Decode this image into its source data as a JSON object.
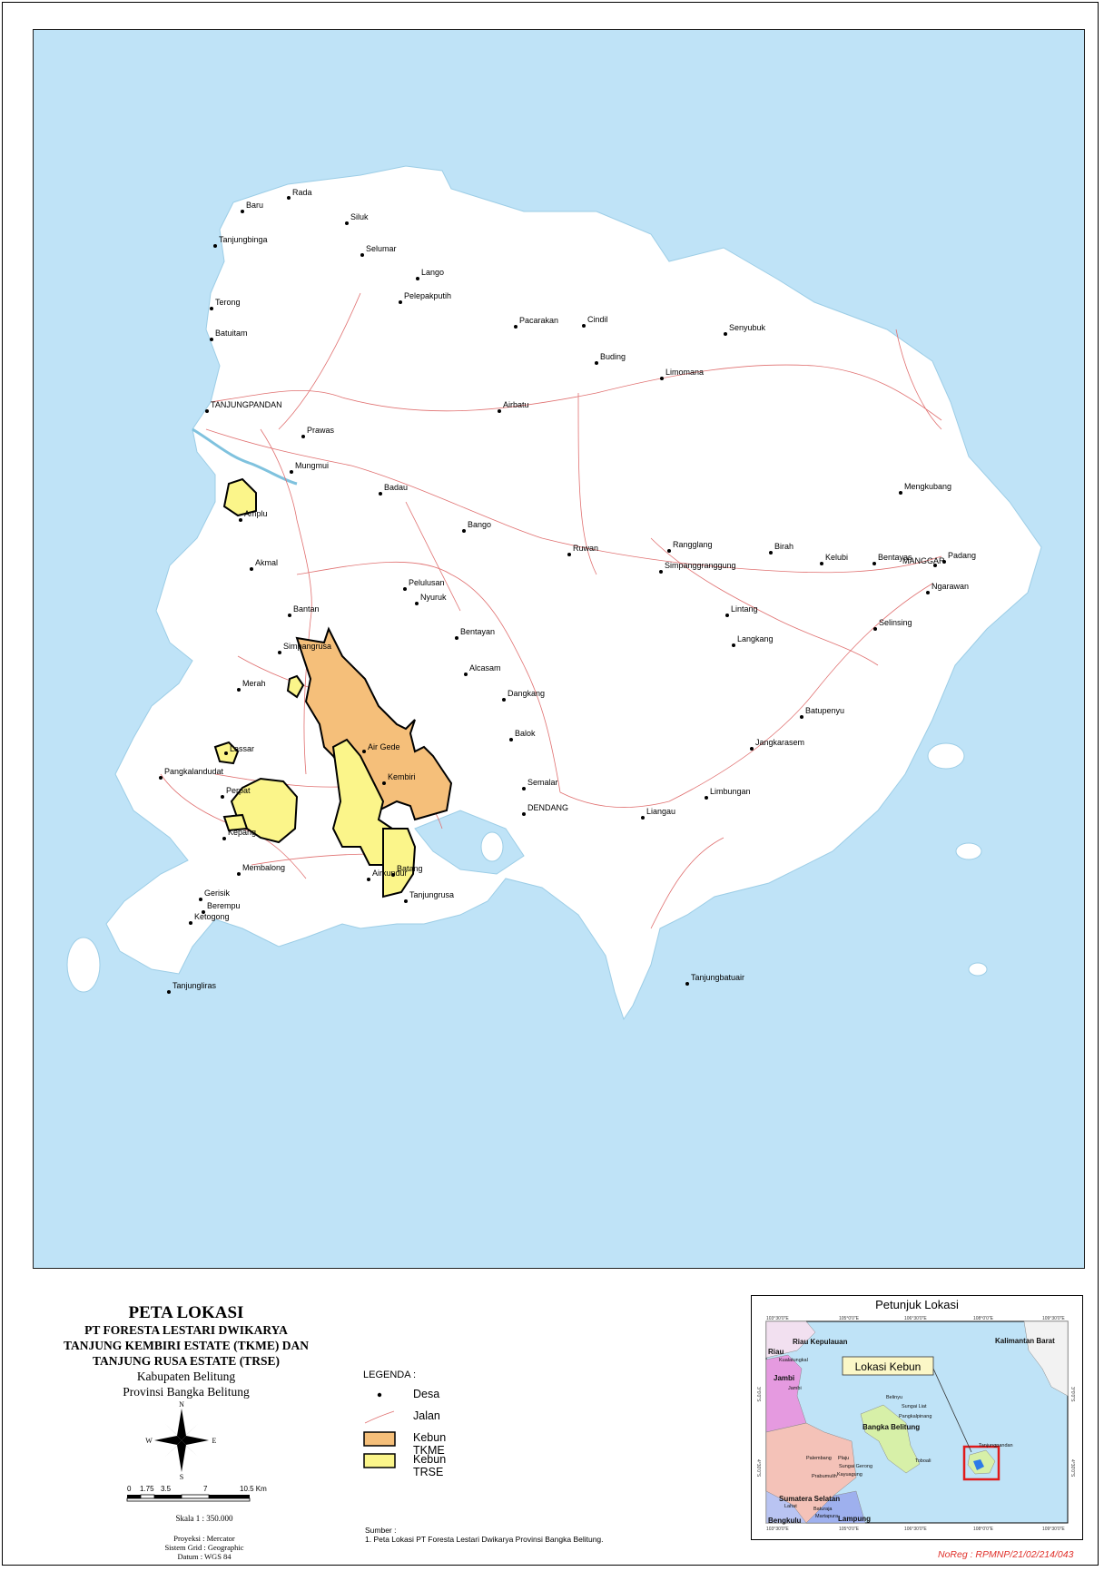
{
  "map": {
    "villages": [
      {
        "name": "Rada"
      },
      {
        "name": "Baru"
      },
      {
        "name": "Siluk"
      },
      {
        "name": "Tanjungbinga"
      },
      {
        "name": "Selumar"
      },
      {
        "name": "Lango"
      },
      {
        "name": "Pelepakputih"
      },
      {
        "name": "Terong"
      },
      {
        "name": "Pacarakan"
      },
      {
        "name": "Cindil"
      },
      {
        "name": "Senyubuk"
      },
      {
        "name": "Batuitam"
      },
      {
        "name": "Buding"
      },
      {
        "name": "Limomana"
      },
      {
        "name": "TANJUNGPANDAN"
      },
      {
        "name": "Airbatu"
      },
      {
        "name": "Prawas"
      },
      {
        "name": "Mungmui"
      },
      {
        "name": "Badau"
      },
      {
        "name": "Mengkubang"
      },
      {
        "name": "Amplu"
      },
      {
        "name": "Bango"
      },
      {
        "name": "Ruwan"
      },
      {
        "name": "Rangglang"
      },
      {
        "name": "Birah"
      },
      {
        "name": "Kelubi"
      },
      {
        "name": "Bentayas"
      },
      {
        "name": "MANGGAR"
      },
      {
        "name": "Padang"
      },
      {
        "name": "Akmal"
      },
      {
        "name": "Simpanggranggung"
      },
      {
        "name": "Pelulusan"
      },
      {
        "name": "Ngarawan"
      },
      {
        "name": "Nyuruk"
      },
      {
        "name": "Bantan"
      },
      {
        "name": "Lintang"
      },
      {
        "name": "Selinsing"
      },
      {
        "name": "Langkang"
      },
      {
        "name": "Bentayan"
      },
      {
        "name": "Simpangrusa"
      },
      {
        "name": "Alcasam"
      },
      {
        "name": "Merah"
      },
      {
        "name": "Dangkang"
      },
      {
        "name": "Batupenyu"
      },
      {
        "name": "Balok"
      },
      {
        "name": "Jangkarasem"
      },
      {
        "name": "Lassar"
      },
      {
        "name": "Air Gede"
      },
      {
        "name": "Pangkalandudat"
      },
      {
        "name": "Kembiri"
      },
      {
        "name": "Perpat"
      },
      {
        "name": "Semalar"
      },
      {
        "name": "Limbungan"
      },
      {
        "name": "DENDANG"
      },
      {
        "name": "Liangau"
      },
      {
        "name": "Kepang"
      },
      {
        "name": "Membalong"
      },
      {
        "name": "Airkundur"
      },
      {
        "name": "Batang"
      },
      {
        "name": "Gerisik"
      },
      {
        "name": "Tanjungrusa"
      },
      {
        "name": "Berempu"
      },
      {
        "name": "Ketogong"
      },
      {
        "name": "Tanjungbatuair"
      },
      {
        "name": "Tanjungliras"
      }
    ]
  },
  "title": {
    "main": "PETA LOKASI",
    "line1": "PT FORESTA LESTARI DWIKARYA",
    "line2": "TANJUNG KEMBIRI ESTATE (TKME) DAN",
    "line3": "TANJUNG RUSA ESTATE (TRSE)",
    "regency": "Kabupaten Belitung",
    "province": "Provinsi Bangka Belitung"
  },
  "compass": {
    "n": "N",
    "s": "S",
    "e": "E",
    "w": "W"
  },
  "scale": {
    "ticks": [
      "0",
      "1.75",
      "3.5",
      "7",
      "10.5 Km"
    ],
    "text": "Skala 1 : 350.000",
    "projection": "Proyeksi : Mercator",
    "grid": "Sistem Grid : Geographic",
    "datum": "Datum : WGS 84"
  },
  "legend": {
    "title": "LEGENDA :",
    "items": [
      {
        "label": "Desa",
        "color": "#000000"
      },
      {
        "label": "Jalan",
        "color": "#e07070"
      },
      {
        "label": "Kebun TKME",
        "color": "#f5bf7a"
      },
      {
        "label": "Kebun TRSE",
        "color": "#fbf58a"
      }
    ]
  },
  "source": {
    "heading": "Sumber :",
    "line": "1. Peta Lokasi PT Foresta Lestari Dwikarya Provinsi Bangka Belitung."
  },
  "inset": {
    "title": "Petunjuk Lokasi",
    "callout": "Lokasi Kebun",
    "top_ticks": [
      "103°30'0\"E",
      "105°0'0\"E",
      "106°30'0\"E",
      "108°0'0\"E",
      "109°30'0\"E"
    ],
    "bottom_ticks": [
      "103°30'0\"E",
      "105°0'0\"E",
      "106°30'0\"E",
      "108°0'0\"E",
      "109°30'0\"E"
    ],
    "left_ticks": [
      "3°0'0\"S",
      "4°30'0\"S"
    ],
    "right_ticks": [
      "3°0'0\"S",
      "4°30'0\"S"
    ],
    "regions": [
      {
        "name": "Riau Kepulauan"
      },
      {
        "name": "Kalimantan Barat"
      },
      {
        "name": "Riau"
      },
      {
        "name": "Jambi"
      },
      {
        "name": "Bangka Belitung"
      },
      {
        "name": "Sumatera Selatan"
      },
      {
        "name": "Bengkulu"
      },
      {
        "name": "Lampung"
      }
    ],
    "places": [
      {
        "name": "Kualatungkal"
      },
      {
        "name": "Jambi"
      },
      {
        "name": "Belinyu"
      },
      {
        "name": "Sungai Liat"
      },
      {
        "name": "Pangkalpinang"
      },
      {
        "name": "Tanjungpandan"
      },
      {
        "name": "Toboali"
      },
      {
        "name": "Palembang"
      },
      {
        "name": "Plaju"
      },
      {
        "name": "Sungai Gerong"
      },
      {
        "name": "Kayuagung"
      },
      {
        "name": "Prabumulih"
      },
      {
        "name": "Lahat"
      },
      {
        "name": "Baturaja"
      },
      {
        "name": "Martapura"
      }
    ],
    "colors": {
      "sea": "#bfe3f7",
      "sumsel": "#f4c2b8",
      "jambi": "#e59ae0",
      "riau": "#d98ad9",
      "babel": "#d7f0a8",
      "bengkulu": "#b9c4f2",
      "lampung": "#9eb0ee",
      "kalbar": "#f2f2f2",
      "target": "#2e7be8",
      "box": "#e01b1b"
    }
  },
  "noreg": "NoReg : RPMNP/21/02/214/043"
}
